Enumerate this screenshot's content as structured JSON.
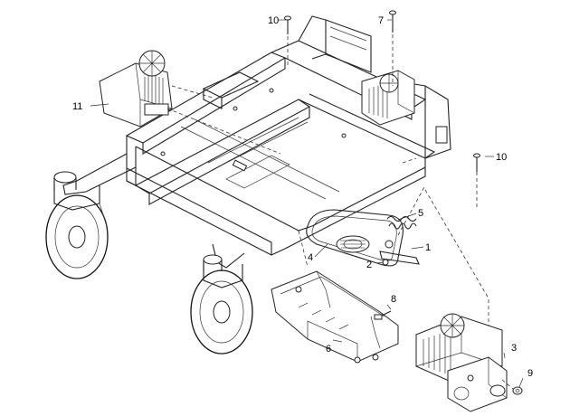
{
  "callouts": [
    {
      "id": "c10a",
      "label": "10"
    },
    {
      "id": "c7",
      "label": "7"
    },
    {
      "id": "c11",
      "label": "11"
    },
    {
      "id": "c10b",
      "label": "10"
    },
    {
      "id": "c5",
      "label": "5"
    },
    {
      "id": "c4",
      "label": "4"
    },
    {
      "id": "c1",
      "label": "1"
    },
    {
      "id": "c2",
      "label": "2"
    },
    {
      "id": "c8",
      "label": "8"
    },
    {
      "id": "c6",
      "label": "6"
    },
    {
      "id": "c3",
      "label": "3"
    },
    {
      "id": "c9",
      "label": "9"
    }
  ]
}
